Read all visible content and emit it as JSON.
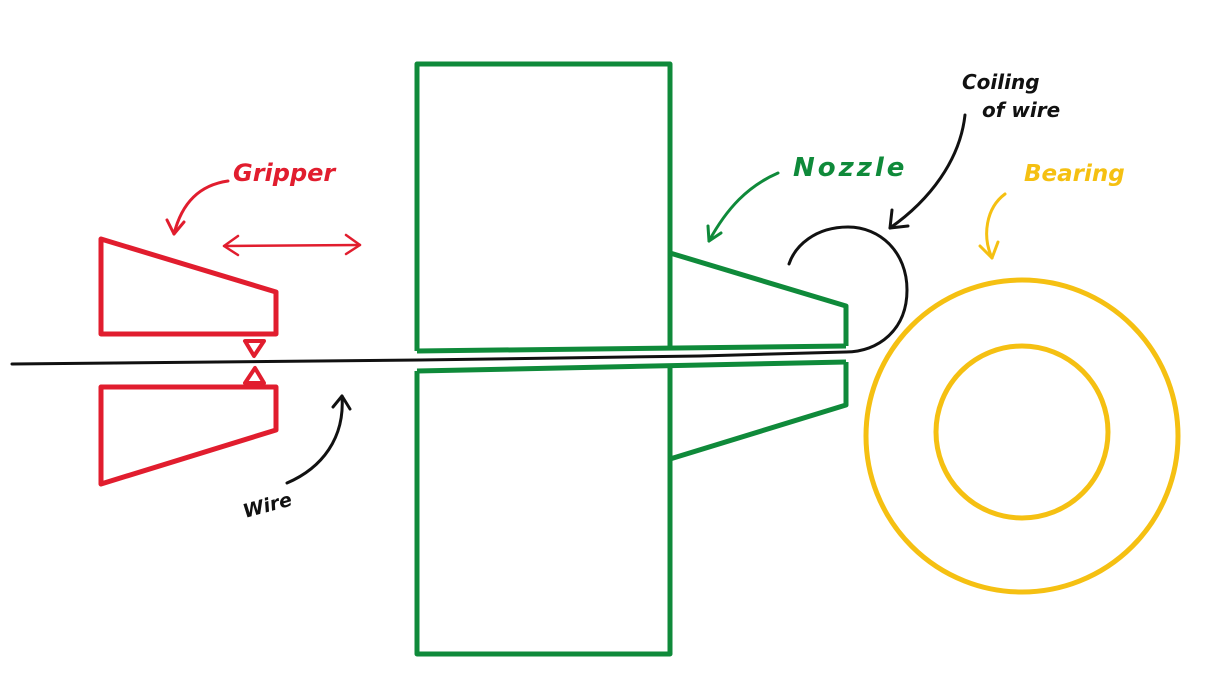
{
  "labels": {
    "gripper": "Gripper",
    "nozzle": "Nozzle",
    "bearing": "Bearing",
    "coiling_line1": "Coiling",
    "coiling_line2": "of wire",
    "wire": "Wire"
  },
  "colors": {
    "gripper": "#e11d2e",
    "nozzle": "#0f8a3a",
    "bearing": "#f5c012",
    "wire": "#111111",
    "background": "#ffffff"
  }
}
